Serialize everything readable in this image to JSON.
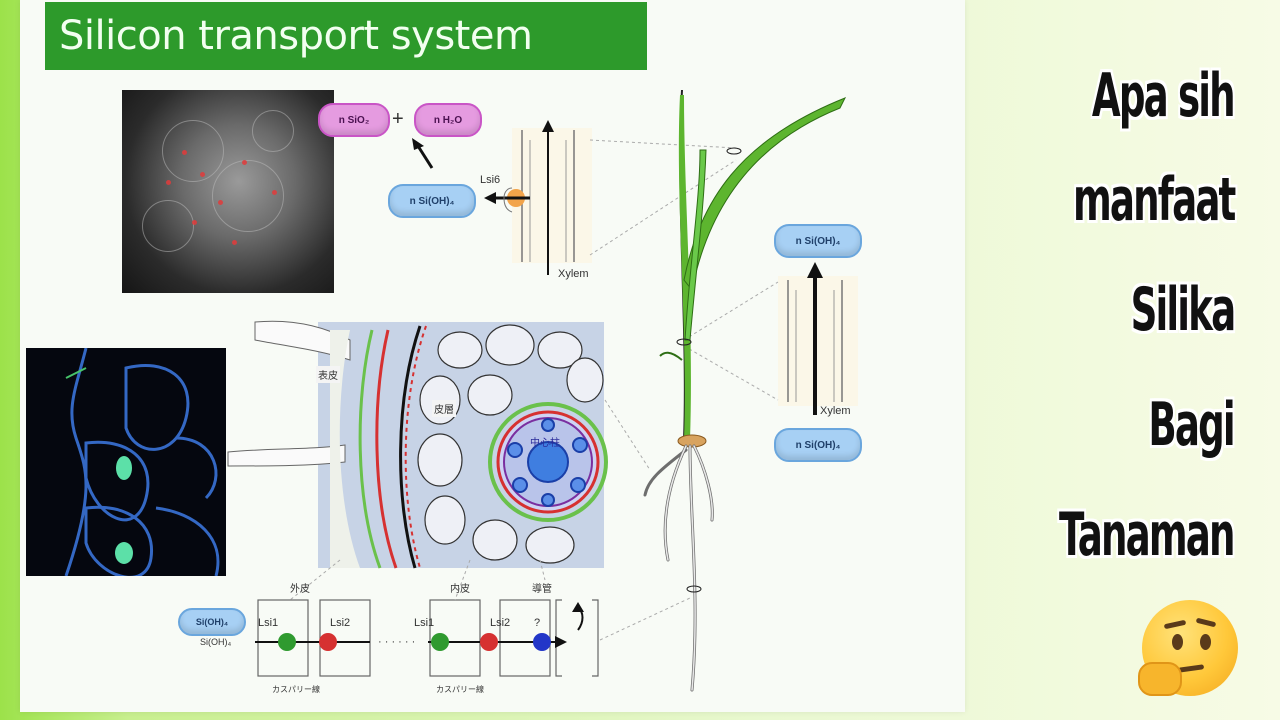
{
  "slide": {
    "title": "Silicon transport system"
  },
  "formula": {
    "sio2": "n SiO₂",
    "plus": "+",
    "h2o": "n H₂O",
    "sioh4_top": "n Si(OH)₄",
    "lsi6": "Lsi6",
    "xylem_top": "Xylem"
  },
  "right_panel": {
    "sioh4_upper": "n Si(OH)₄",
    "xylem": "Xylem",
    "sioh4_lower": "n Si(OH)₄"
  },
  "root_section": {
    "epidermis": "表皮",
    "cortex": "皮層",
    "stele": "中心柱"
  },
  "transport_row": {
    "exodermis": "外皮",
    "endodermis": "内皮",
    "vessel": "導管",
    "sioh4_pill": "Si(OH)₄",
    "sioh4_text": "Si(OH)₄",
    "lsi1_a": "Lsi1",
    "lsi2_a": "Lsi2",
    "dots": "· · · · · ·",
    "lsi1_b": "Lsi1",
    "lsi2_b": "Lsi2",
    "question": "?",
    "casparian_a": "カスパリー線",
    "casparian_b": "カスパリー線"
  },
  "overlay": {
    "line1": "Apa sih",
    "line2": "manfaat",
    "line3": "Silika",
    "line4": "Bagi",
    "line5": "Tanaman",
    "emoji": "thinking-face"
  },
  "colors": {
    "title_bg": "#2d9a2b",
    "plant_green": "#5db52f",
    "transporter_green": "#2f9a2f",
    "transporter_red": "#d63131",
    "transporter_blue": "#2236c8",
    "root_bg": "#c7d3e6"
  }
}
